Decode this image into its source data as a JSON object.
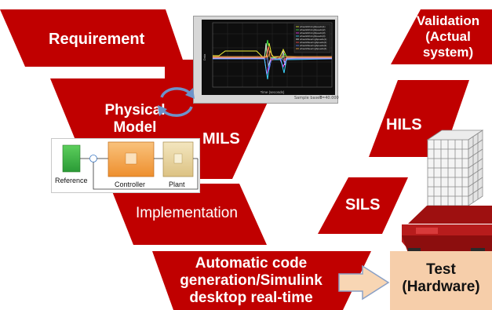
{
  "labels": {
    "requirement": "Requirement",
    "physical_model_line1": "Physical",
    "physical_model_line2": "Model",
    "mils": "MILS",
    "implementation": "Implementation",
    "autocode_line1": "Automatic code",
    "autocode_line2": "generation/Simulink",
    "autocode_line3": "desktop real-time",
    "validation_line1": "Validation",
    "validation_line2": "(Actual",
    "validation_line3": "system)",
    "hils": "HILS",
    "sils": "SILS",
    "test_line1": "Test",
    "test_line2": "(Hardware)"
  },
  "block_diagram": {
    "reference": "Reference",
    "controller": "Controller",
    "plant": "Plant"
  },
  "scope_window": {
    "legend_entries": [
      "wheelsDrivingSpeeds(1)",
      "wheelsDrivingSpeeds(2)",
      "wheelsDrivingSpeeds(3)",
      "wheelsDrivingSpeeds(4)",
      "wheelsSteeringSpeeds(1)",
      "wheelsSteeringSpeeds(2)",
      "wheelsSteeringSpeeds(3)",
      "wheelsSteeringSpeeds(4)"
    ],
    "y_axis_label": "Data",
    "x_axis_label": "Time (seconds)",
    "footer_left": "Sample based",
    "footer_right": "T=40.000"
  },
  "colors": {
    "v_shape_red": "#c00000",
    "test_box_fill": "#f6ceaa",
    "arrow_fill": "#f8d6b4",
    "arrow_stroke": "#8aa0c6",
    "controller_orange": "#f2a24c",
    "plant_tan": "#e6d3a2",
    "reference_green": "#3aad45"
  }
}
